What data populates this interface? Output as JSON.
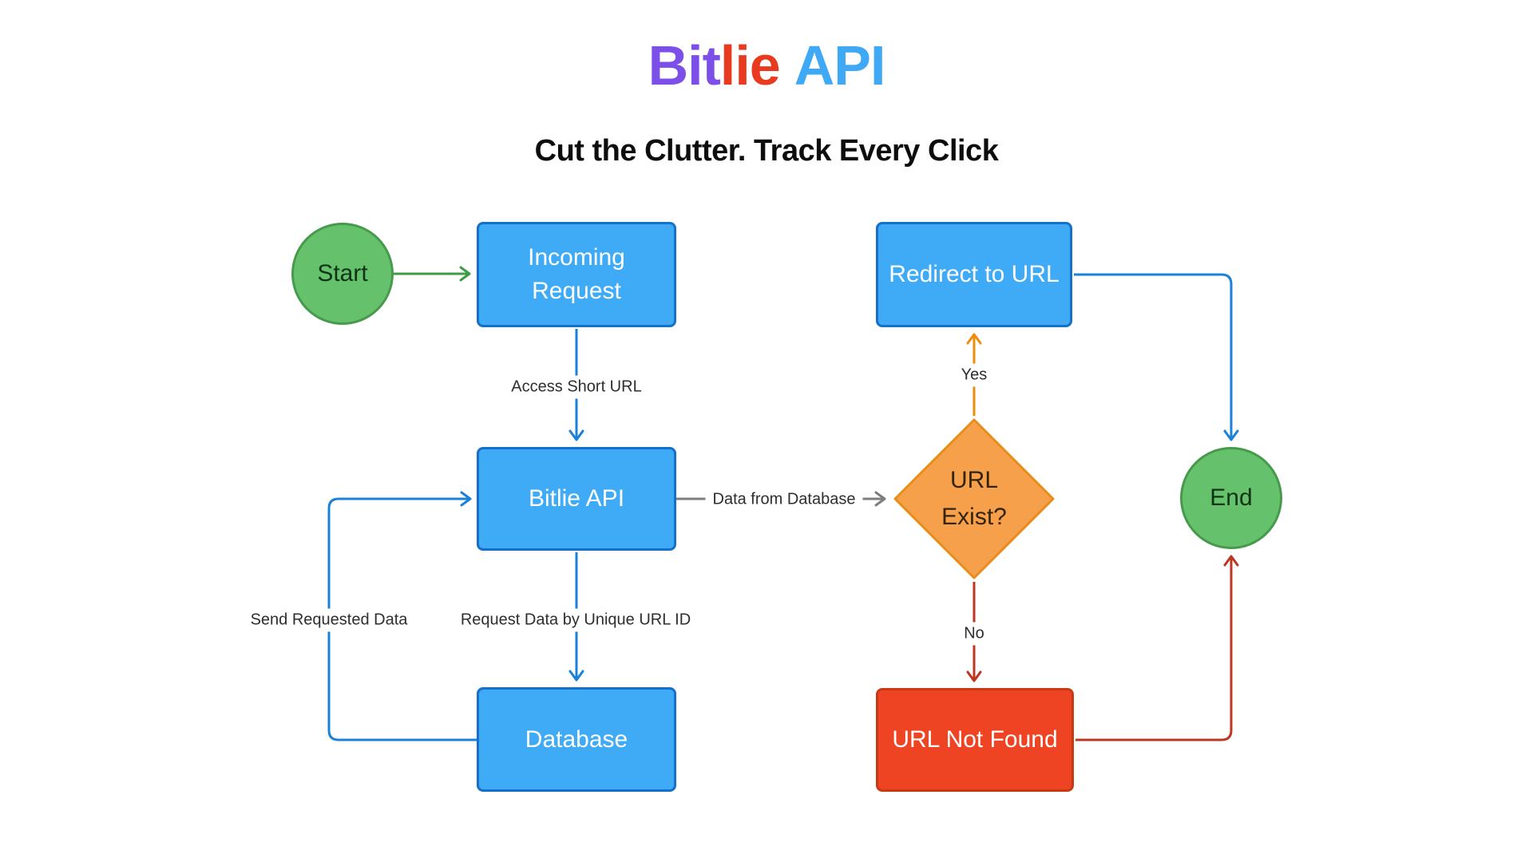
{
  "header": {
    "title": {
      "part1": "Bit",
      "part2": "lie",
      "part3": "API"
    },
    "subtitle": "Cut the Clutter. Track Every Click"
  },
  "nodes": {
    "start": {
      "label": "Start"
    },
    "incoming_request": {
      "line1": "Incoming",
      "line2": "Request"
    },
    "bitlie_api": {
      "label": "Bitlie API"
    },
    "database": {
      "label": "Database"
    },
    "url_exist": {
      "line1": "URL",
      "line2": "Exist?"
    },
    "redirect_to_url": {
      "label": "Redirect to URL"
    },
    "url_not_found": {
      "label": "URL Not Found"
    },
    "end": {
      "label": "End"
    }
  },
  "edge_labels": {
    "access_short_url": "Access Short URL",
    "data_from_database": "Data from Database",
    "request_data": "Request Data by Unique URL ID",
    "send_requested_data": "Send Requested Data",
    "yes": "Yes",
    "no": "No"
  },
  "colors": {
    "title_purple": "#7d4fe9",
    "title_red": "#e83a1e",
    "title_blue": "#3fa9f5",
    "process_fill": "#3faaf6",
    "process_border": "#1470c8",
    "terminator_fill": "#66c16d",
    "terminator_border": "#459a4b",
    "decision_fill": "#f7a04c",
    "decision_border": "#e88d1a",
    "error_fill": "#ee4423",
    "error_border": "#c63a14",
    "edge_blue": "#1b80d8",
    "edge_green": "#3f9b45",
    "edge_gray": "#7d7d7d",
    "edge_orange": "#ee8d0c",
    "edge_red": "#bd3620"
  }
}
